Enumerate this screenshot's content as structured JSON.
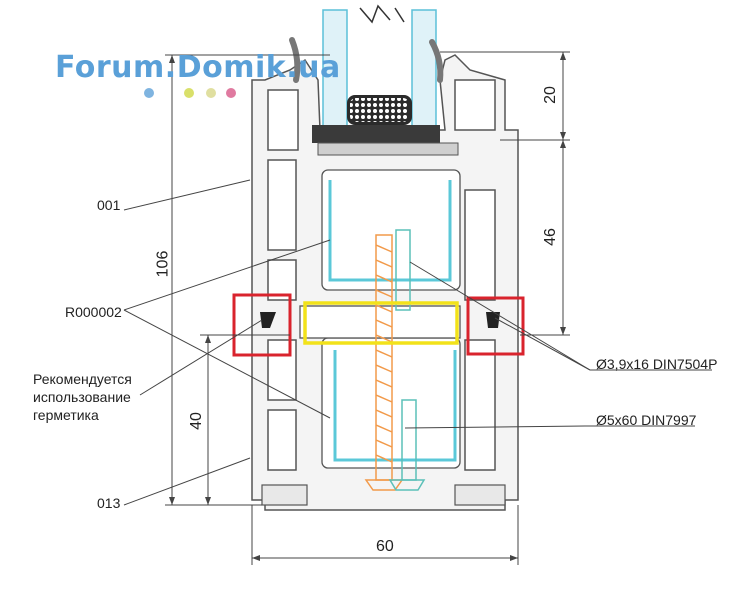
{
  "watermark": {
    "text": "Forum.Domik.ua",
    "dot_colors": [
      "#7fb4e0",
      "#d9e06a",
      "#e0dfa0",
      "#e07aa0"
    ]
  },
  "labels": {
    "part_001": "001",
    "part_r000002": "R000002",
    "part_013": "013",
    "screw_small": "Ø3,9x16 DIN7504P",
    "screw_large": "Ø5x60 DIN7997"
  },
  "note": {
    "line1": "Рекомендуется",
    "line2": "использование",
    "line3": "герметика"
  },
  "dimensions": {
    "total_height": "106",
    "top": "20",
    "middle": "46",
    "bottom": "40",
    "width": "60"
  },
  "highlights": {
    "red": "#d9232d",
    "yellow": "#f2e21a"
  }
}
